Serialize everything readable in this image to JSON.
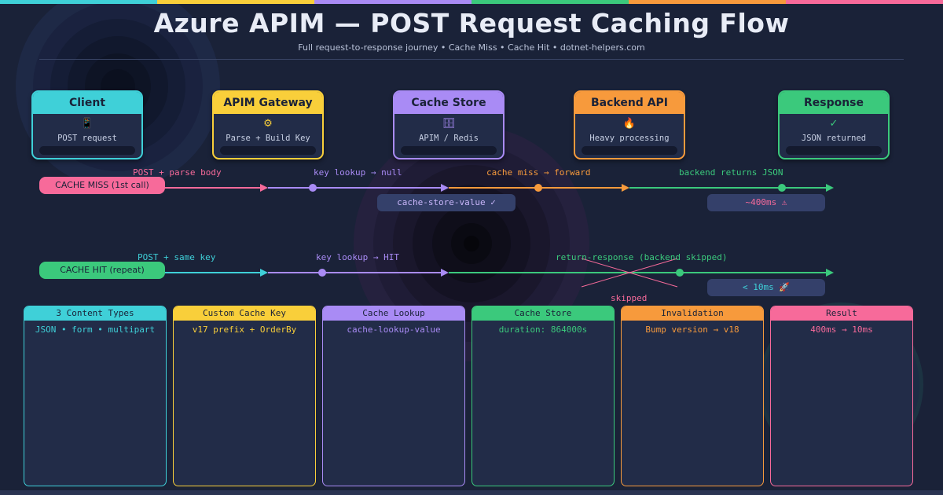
{
  "colors": {
    "background": "#1a2238",
    "cyan": "#3fd0d8",
    "yellow": "#f9cf3a",
    "purple": "#a98bf5",
    "green": "#3bc97c",
    "orange": "#f79a3c",
    "pink": "#f76a9a"
  },
  "header": {
    "title": "Azure APIM — POST Request Caching Flow",
    "subtitle": "Full request-to-response journey  •  Cache Miss  •  Cache Hit  •  dotnet-helpers.com"
  },
  "stages": [
    {
      "title": "Client",
      "icon": "📱",
      "icon_name": "phone-icon",
      "sub": "POST request",
      "color": "#3fd0d8"
    },
    {
      "title": "APIM Gateway",
      "icon": "⚙",
      "icon_name": "gear-icon",
      "sub": "Parse + Build Key",
      "color": "#f9cf3a"
    },
    {
      "title": "Cache Store",
      "icon": "🗄",
      "icon_name": "cabinet-icon",
      "sub": "APIM / Redis",
      "color": "#a98bf5"
    },
    {
      "title": "Backend API",
      "icon": "🔥",
      "icon_name": "fire-icon",
      "sub": "Heavy processing",
      "color": "#f79a3c"
    },
    {
      "title": "Response",
      "icon": "✓",
      "icon_name": "check-icon",
      "sub": "JSON returned",
      "color": "#3bc97c"
    }
  ],
  "miss_flow": {
    "badge": "CACHE MISS (1st call)",
    "labels": [
      "POST + parse body",
      "key lookup → null",
      "cache miss → forward",
      "backend returns JSON"
    ],
    "store_chip": "cache-store-value ✓",
    "latency_chip": "~400ms ⚠"
  },
  "hit_flow": {
    "badge": "CACHE HIT (repeat)",
    "labels": [
      "POST + same key",
      "key lookup → HIT",
      "return-response (backend skipped)"
    ],
    "skipped": "skipped",
    "latency_chip": "< 10ms 🚀"
  },
  "cards": [
    {
      "title": "3 Content Types",
      "body": "JSON • form • multipart",
      "color": "#3fd0d8"
    },
    {
      "title": "Custom Cache Key",
      "body": "v17 prefix + OrderBy",
      "color": "#f9cf3a"
    },
    {
      "title": "Cache Lookup",
      "body": "cache-lookup-value",
      "color": "#a98bf5"
    },
    {
      "title": "Cache Store",
      "body": "duration: 864000s",
      "color": "#3bc97c"
    },
    {
      "title": "Invalidation",
      "body": "Bump version → v18",
      "color": "#f79a3c"
    },
    {
      "title": "Result",
      "body": "400ms → 10ms",
      "color": "#f76a9a"
    }
  ]
}
